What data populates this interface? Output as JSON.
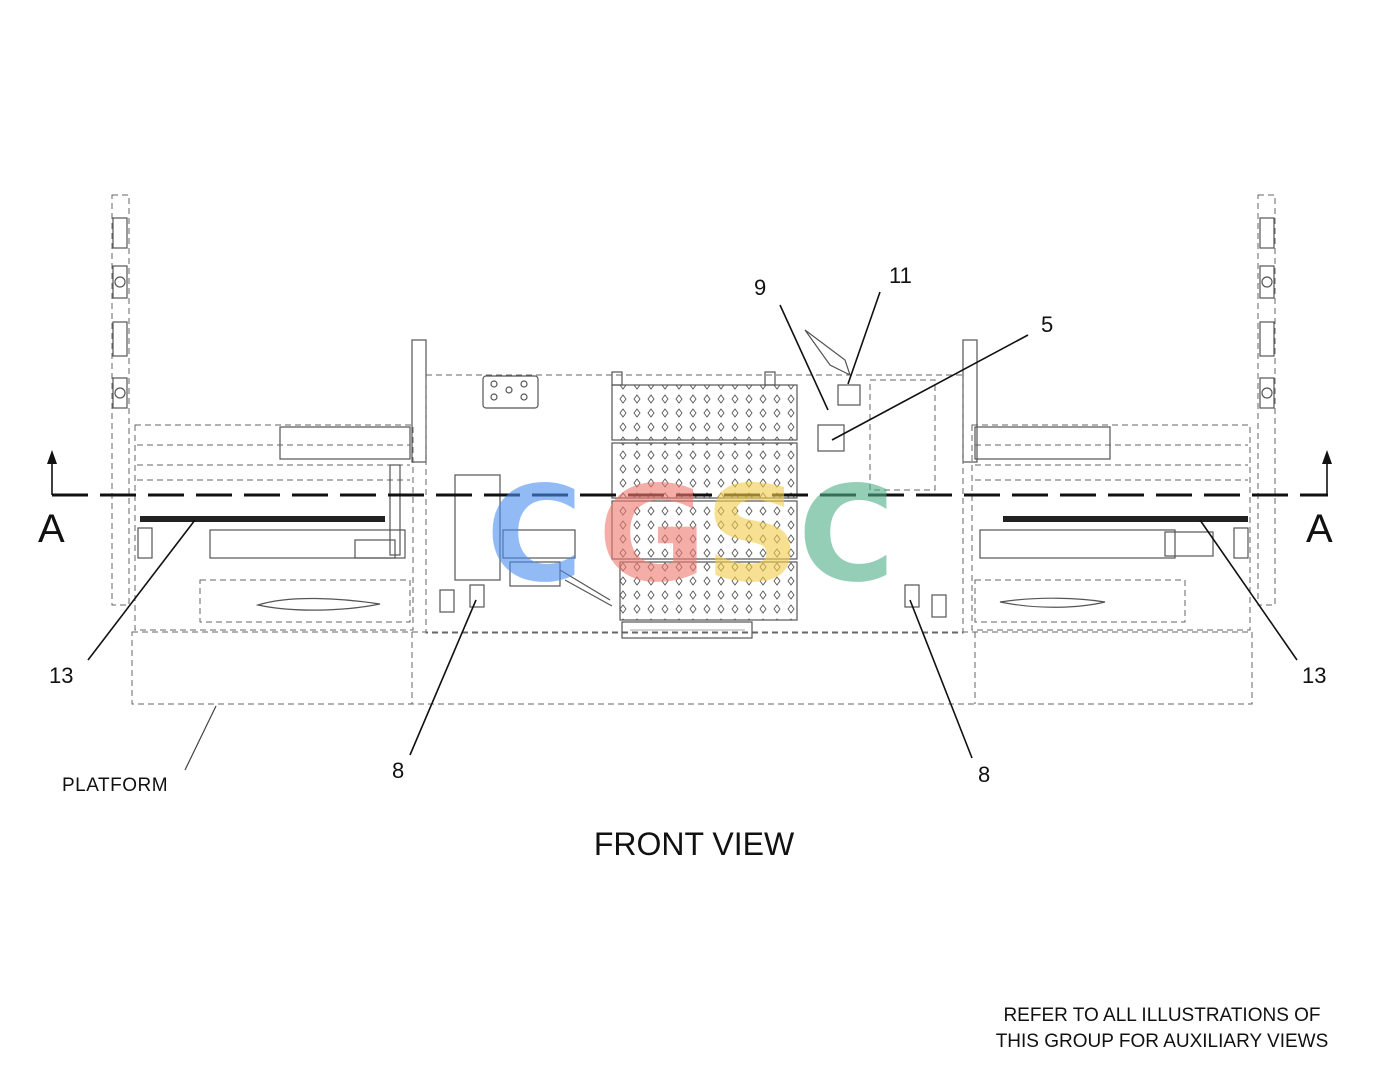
{
  "view_title": "FRONT VIEW",
  "section_marker": "A",
  "platform_label": "PLATFORM",
  "note_lines": [
    "REFER TO ALL ILLUSTRATIONS OF",
    "THIS GROUP FOR AUXILIARY VIEWS"
  ],
  "callouts": {
    "c9": "9",
    "c11": "11",
    "c5": "5",
    "c13_left": "13",
    "c13_right": "13",
    "c8_left": "8",
    "c8_right": "8"
  },
  "watermark": {
    "letters": [
      "C",
      "G",
      "S",
      "C"
    ],
    "colors": [
      "#4a8ff0",
      "#f07a6e",
      "#f5cd4a",
      "#4fae86"
    ]
  }
}
